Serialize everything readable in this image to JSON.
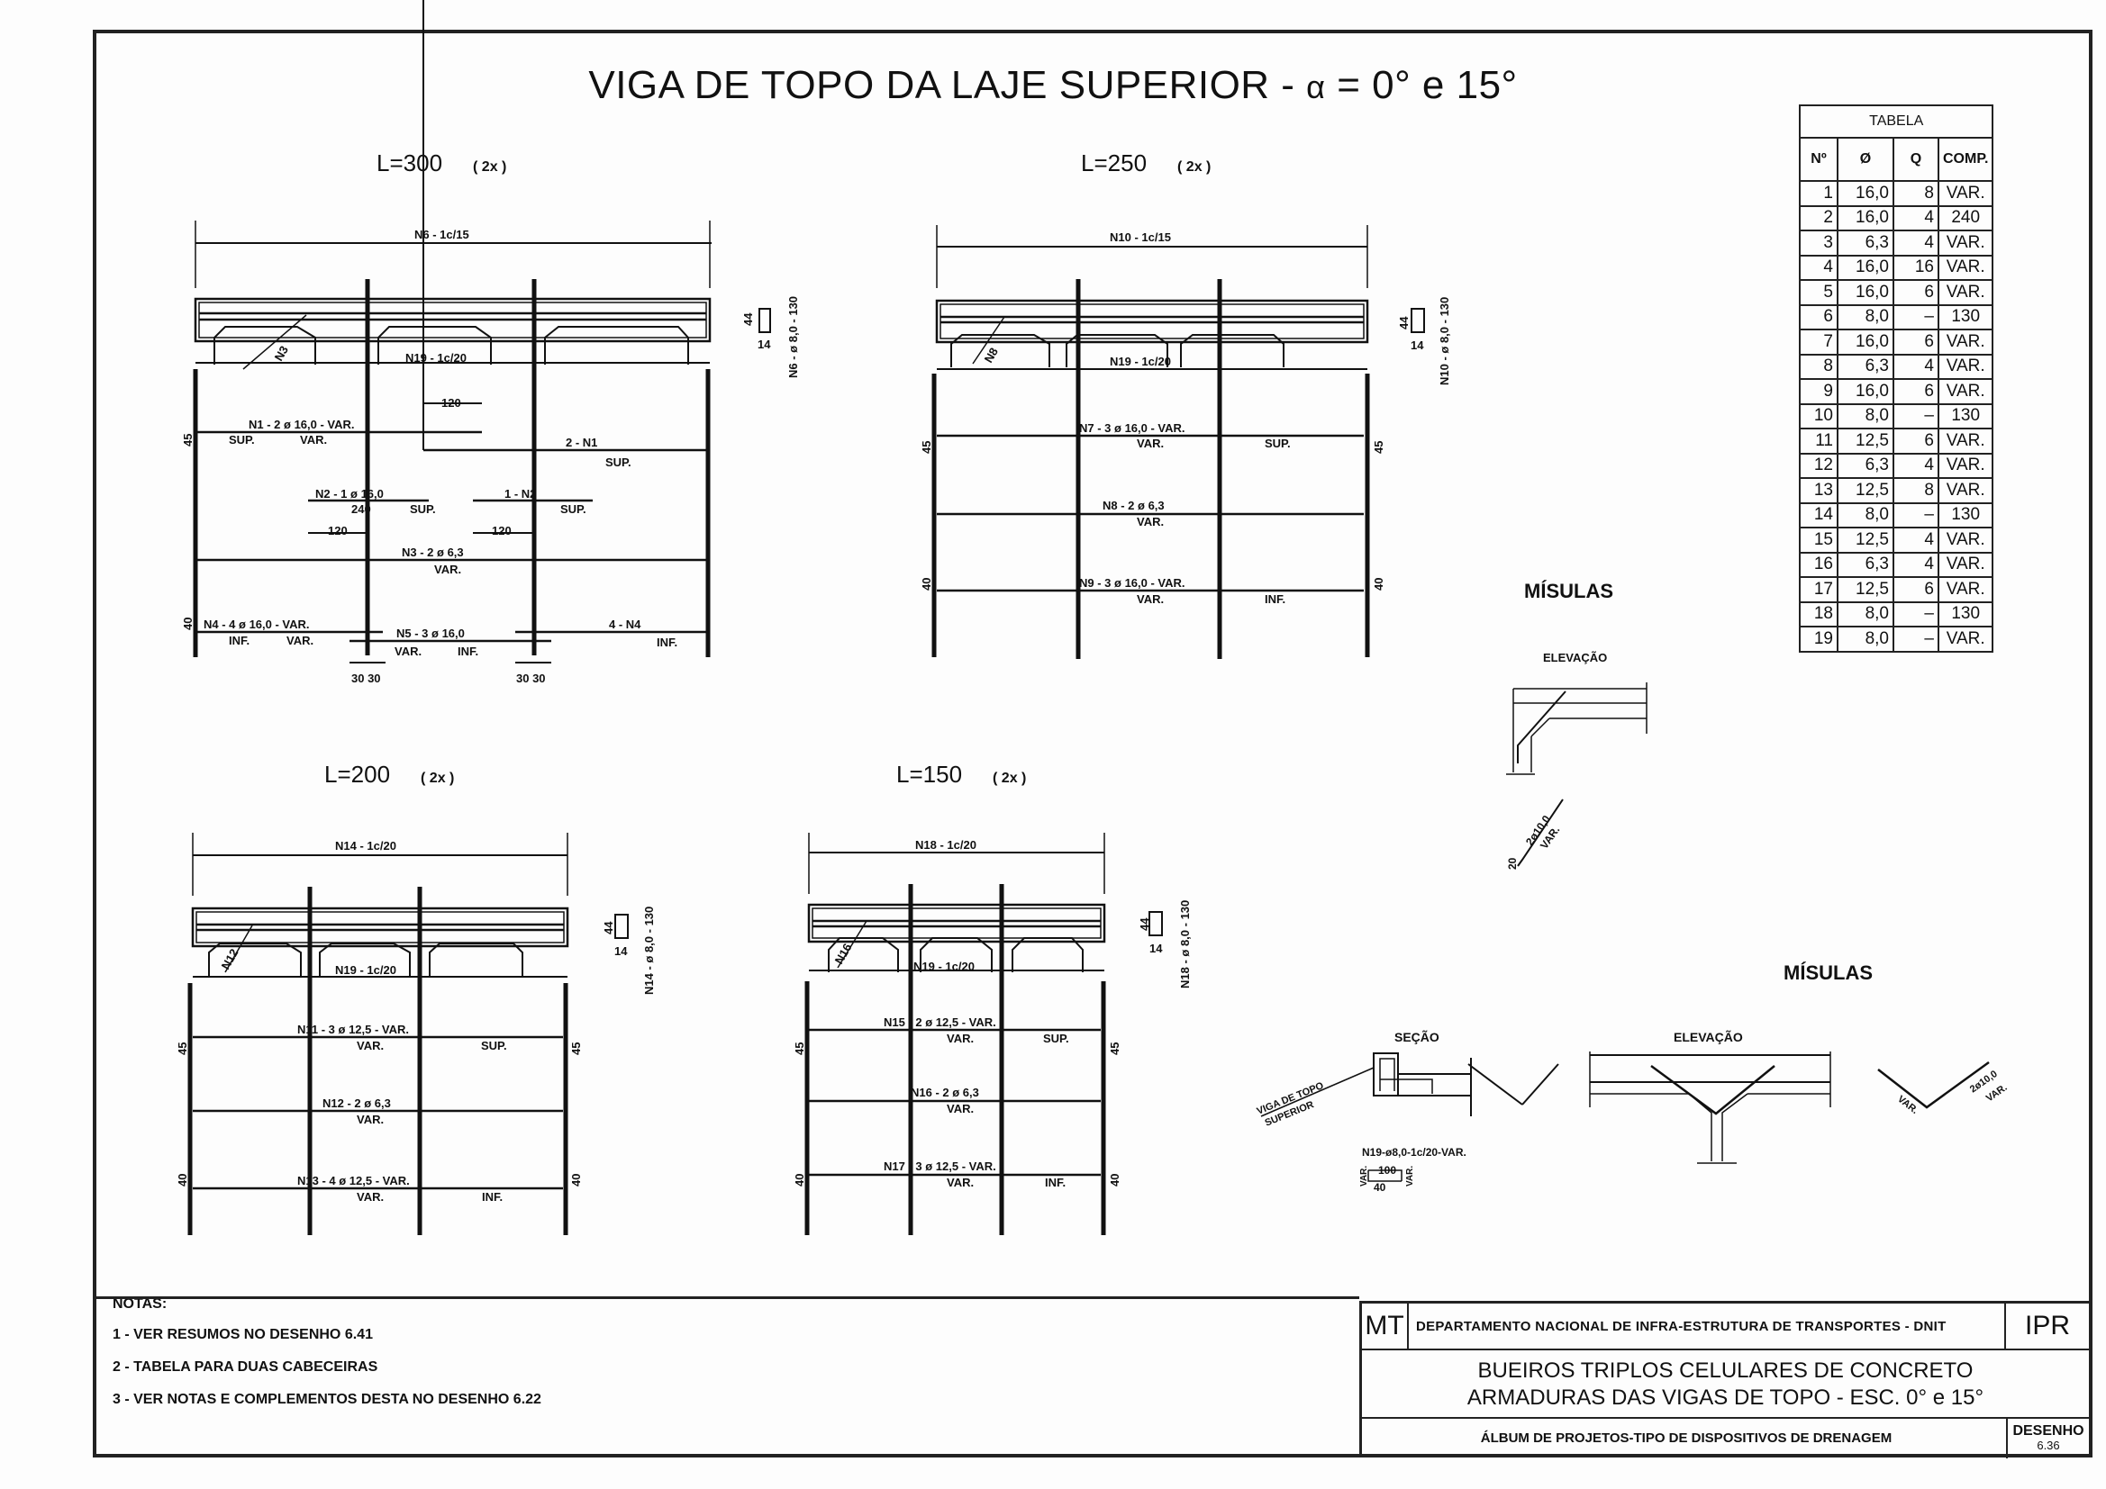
{
  "title": {
    "main": "VIGA DE TOPO DA LAJE SUPERIOR - ",
    "alpha": "α",
    "angles": " = 0° e 15°"
  },
  "beams": [
    {
      "id": "L300",
      "title": "L=300",
      "multiplier": "( 2x )",
      "stirrup_spacing": "N6 - 1c/15",
      "bottom_stirrup": "N19 - 1c/20",
      "diag_bar": "N3",
      "stirrup_spec": "N6 - ø 8,0 - 130",
      "section_h": "44",
      "section_w": "14",
      "dim_left_top": "45",
      "dim_left_bottom": "40",
      "bars": [
        {
          "label": "N1 - 2 ø 16,0 - VAR.",
          "sub": [
            "SUP.",
            "VAR."
          ]
        },
        {
          "label": "2 - N1",
          "sub": [
            "SUP."
          ]
        },
        {
          "label": "N2 - 1 ø 16,0",
          "sub": [
            "240",
            "SUP."
          ]
        },
        {
          "label": "1 - N2",
          "sub": [
            "SUP."
          ]
        },
        {
          "label": "N3 - 2 ø 6,3",
          "sub": [
            "VAR."
          ]
        },
        {
          "label": "N4 - 4 ø 16,0 - VAR.",
          "sub": [
            "INF.",
            "VAR."
          ]
        },
        {
          "label": "N5 - 3 ø 16,0",
          "sub": [
            "VAR.",
            "INF."
          ]
        },
        {
          "label": "4 - N4",
          "sub": [
            "INF."
          ]
        }
      ],
      "dims": {
        "d120_top": "120",
        "d120_left": "120",
        "d120_right": "120",
        "d30a": "30 30",
        "d30b": "30 30"
      }
    },
    {
      "id": "L250",
      "title": "L=250",
      "multiplier": "( 2x )",
      "stirrup_spacing": "N10 - 1c/15",
      "bottom_stirrup": "N19 - 1c/20",
      "diag_bar": "N8",
      "stirrup_spec": "N10 - ø 8,0 - 130",
      "section_h": "44",
      "section_w": "14",
      "dim_left_top": "45",
      "dim_left_bottom": "40",
      "dim_right_top": "45",
      "dim_right_bottom": "40",
      "bars": [
        {
          "label": "N7 - 3 ø 16,0 - VAR.",
          "sub": [
            "VAR.",
            "SUP."
          ]
        },
        {
          "label": "N8 - 2 ø 6,3",
          "sub": [
            "VAR."
          ]
        },
        {
          "label": "N9 - 3 ø 16,0 - VAR.",
          "sub": [
            "VAR.",
            "INF."
          ]
        }
      ]
    },
    {
      "id": "L200",
      "title": "L=200",
      "multiplier": "( 2x )",
      "stirrup_spacing": "N14 - 1c/20",
      "bottom_stirrup": "N19 - 1c/20",
      "diag_bar": "N12",
      "stirrup_spec": "N14 - ø 8,0 - 130",
      "section_h": "44",
      "section_w": "14",
      "dim_left_top": "45",
      "dim_left_bottom": "40",
      "dim_right_top": "45",
      "dim_right_bottom": "40",
      "bars": [
        {
          "label": "N11 - 3 ø 12,5 - VAR.",
          "sub": [
            "VAR.",
            "SUP."
          ]
        },
        {
          "label": "N12 - 2 ø 6,3",
          "sub": [
            "VAR."
          ]
        },
        {
          "label": "N13 - 4 ø 12,5 - VAR.",
          "sub": [
            "VAR.",
            "INF."
          ]
        }
      ]
    },
    {
      "id": "L150",
      "title": "L=150",
      "multiplier": "( 2x )",
      "stirrup_spacing": "N18 - 1c/20",
      "bottom_stirrup": "N19 - 1c/20",
      "diag_bar": "N16",
      "stirrup_spec": "N18 - ø 8,0 - 130",
      "section_h": "44",
      "section_w": "14",
      "dim_left_top": "45",
      "dim_left_bottom": "40",
      "dim_right_top": "45",
      "dim_right_bottom": "40",
      "bars": [
        {
          "label": "N15 - 2 ø 12,5 - VAR.",
          "sub": [
            "VAR.",
            "SUP."
          ]
        },
        {
          "label": "N16 - 2 ø 6,3",
          "sub": [
            "VAR."
          ]
        },
        {
          "label": "N17 - 3 ø 12,5 - VAR.",
          "sub": [
            "VAR.",
            "INF."
          ]
        }
      ]
    }
  ],
  "table": {
    "title": "TABELA",
    "headers": [
      "Nº",
      "Ø",
      "Q",
      "COMP."
    ],
    "rows": [
      [
        "1",
        "16,0",
        "8",
        "VAR."
      ],
      [
        "2",
        "16,0",
        "4",
        "240"
      ],
      [
        "3",
        "6,3",
        "4",
        "VAR."
      ],
      [
        "4",
        "16,0",
        "16",
        "VAR."
      ],
      [
        "5",
        "16,0",
        "6",
        "VAR."
      ],
      [
        "6",
        "8,0",
        "–",
        "130"
      ],
      [
        "7",
        "16,0",
        "6",
        "VAR."
      ],
      [
        "8",
        "6,3",
        "4",
        "VAR."
      ],
      [
        "9",
        "16,0",
        "6",
        "VAR."
      ],
      [
        "10",
        "8,0",
        "–",
        "130"
      ],
      [
        "11",
        "12,5",
        "6",
        "VAR."
      ],
      [
        "12",
        "6,3",
        "4",
        "VAR."
      ],
      [
        "13",
        "12,5",
        "8",
        "VAR."
      ],
      [
        "14",
        "8,0",
        "–",
        "130"
      ],
      [
        "15",
        "12,5",
        "4",
        "VAR."
      ],
      [
        "16",
        "6,3",
        "4",
        "VAR."
      ],
      [
        "17",
        "12,5",
        "6",
        "VAR."
      ],
      [
        "18",
        "8,0",
        "–",
        "130"
      ],
      [
        "19",
        "8,0",
        "–",
        "VAR."
      ]
    ]
  },
  "misulas_1": {
    "title": "MÍSULAS",
    "elevation": "ELEVAÇÃO",
    "bar_label": "2ø10,0",
    "bar_sub": "VAR.",
    "dim": "20"
  },
  "misulas_2": {
    "title": "MÍSULAS",
    "section": "SEÇÃO",
    "elevation": "ELEVAÇÃO",
    "beam_label_1": "VIGA DE TOPO",
    "beam_label_2": "SUPERIOR",
    "stirrup_label": "N19-ø8,0-1c/20-VAR.",
    "stirrup_dim_100": "100",
    "stirrup_dim_40": "40",
    "stirrup_var": "VAR.",
    "bar_var_left": "VAR.",
    "bar_label": "2ø10,0",
    "bar_var_right": "VAR."
  },
  "notes": {
    "heading": "NOTAS:",
    "items": [
      "1 - VER RESUMOS NO DESENHO 6.41",
      "2 - TABELA PARA DUAS CABECEIRAS",
      "3 - VER NOTAS E COMPLEMENTOS DESTA NO DESENHO 6.22"
    ]
  },
  "title_block": {
    "ministry": "MT",
    "department": "DEPARTAMENTO NACIONAL DE INFRA-ESTRUTURA DE TRANSPORTES - DNIT",
    "institute": "IPR",
    "line1": "BUEIROS TRIPLOS CELULARES DE CONCRETO",
    "line2": "ARMADURAS DAS VIGAS DE TOPO - ESC. 0° e 15°",
    "album": "ÁLBUM DE PROJETOS-TIPO DE DISPOSITIVOS DE DRENAGEM",
    "drawing_label": "DESENHO",
    "drawing_number": "6.36"
  }
}
